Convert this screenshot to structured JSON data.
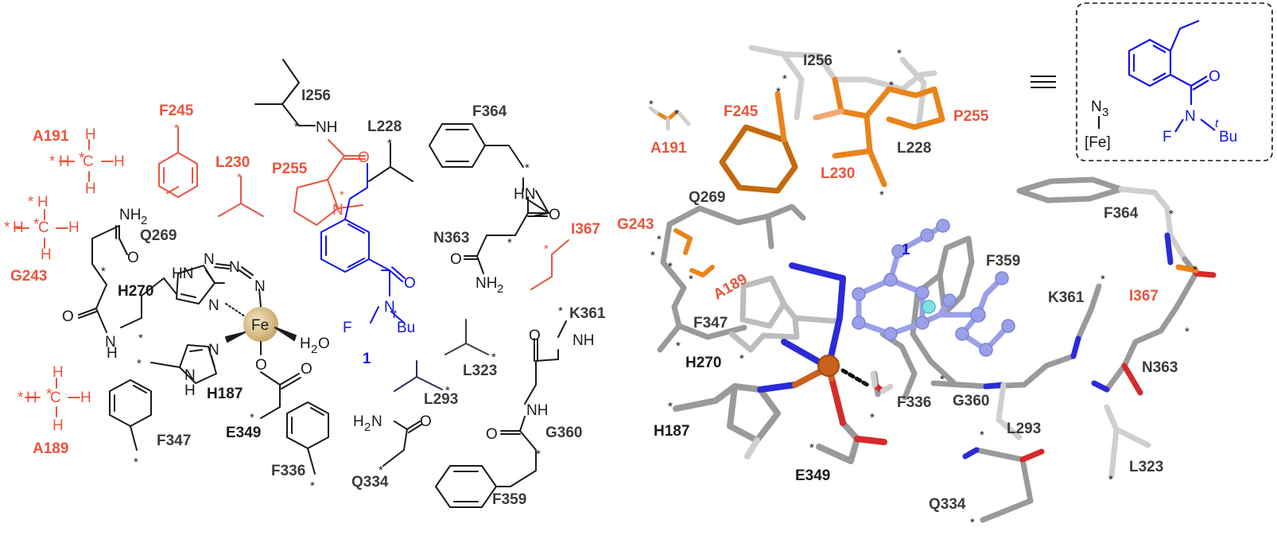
{
  "colors": {
    "black": "#1a1a1a",
    "gray_label": "#3b3b3b",
    "red_orange": "#e8553e",
    "blue": "#1414e6",
    "dark_navy": "#2a2f5c",
    "stick_gray": "#9a9a9a",
    "stick_light": "#cfcfcf",
    "orange_stick": "#e8841c",
    "lavender": "#9aa0e8",
    "iron": "#c8621e",
    "nitrogen": "#2b2bd8",
    "oxygen": "#d42a2a"
  },
  "left_panel": {
    "residues": {
      "a191": "A191",
      "f245": "F245",
      "l230": "L230",
      "i256": "I256",
      "p255": "P255",
      "l228": "L228",
      "f364": "F364",
      "g243": "G243",
      "q269": "Q269",
      "h270": "H270",
      "n363": "N363",
      "i367": "I367",
      "k361": "K361",
      "a189": "A189",
      "h187": "H187",
      "e349": "E349",
      "f347": "F347",
      "l323": "L323",
      "l293": "L293",
      "f336": "F336",
      "q334": "Q334",
      "g360": "G360",
      "f359": "F359"
    },
    "atoms": {
      "nh": "NH",
      "nh2": "NH",
      "h": "H",
      "hn": "HN",
      "fe": "Fe",
      "h2o": "H",
      "o": "O",
      "n": "N",
      "f": "F",
      "tbu": "Bu",
      "t": "t",
      "two": "2",
      "c": "C",
      "star": "*"
    },
    "ligand_label": "1"
  },
  "right_panel": {
    "residues": {
      "i256": "I256",
      "f245": "F245",
      "p255": "P255",
      "a191": "A191",
      "l228": "L228",
      "l230": "L230",
      "q269": "Q269",
      "g243": "G243",
      "a189": "A189",
      "f364": "F364",
      "f359": "F359",
      "i367": "I367",
      "k361": "K361",
      "f347": "F347",
      "h270": "H270",
      "n363": "N363",
      "f336": "F336",
      "g360": "G360",
      "h187": "H187",
      "l293": "L293",
      "l323": "L323",
      "e349": "E349",
      "q334": "Q334"
    },
    "ligand_label": "1"
  },
  "inset": {
    "equiv_symbol": "≡",
    "n3": "N",
    "n3_sub": "3",
    "fe": "[Fe]",
    "o": "O",
    "n": "N",
    "f": "F",
    "t": "t",
    "bu": "Bu"
  }
}
